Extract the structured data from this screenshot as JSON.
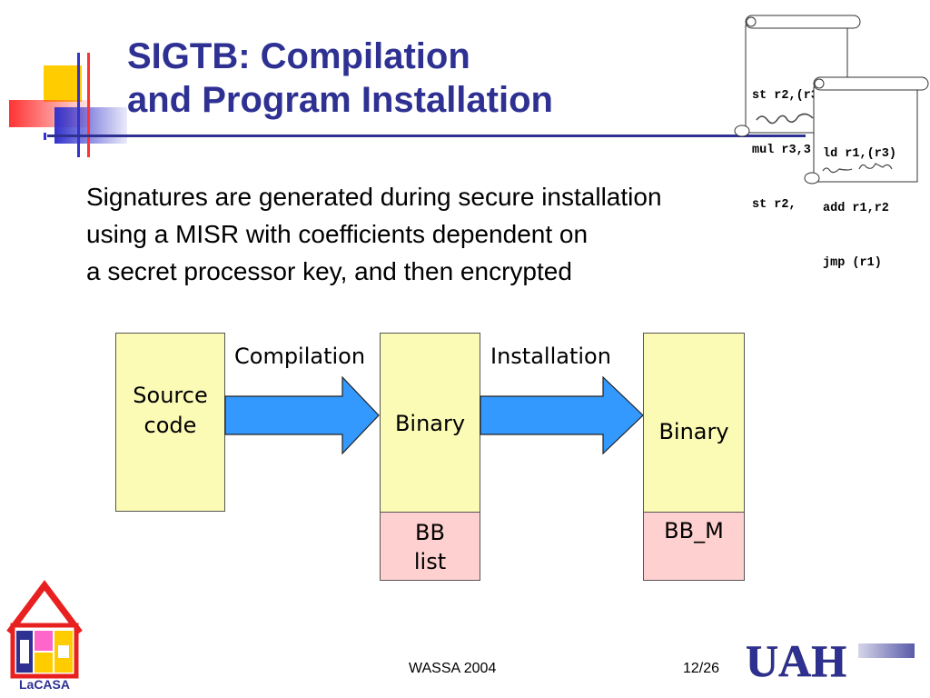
{
  "slide": {
    "title_line1": "SIGTB: Compilation",
    "title_line2": "and Program Installation",
    "body_lines": [
      "Signatures are generated during secure installation",
      "using a MISR with coefficients dependent on",
      "a secret processor key, and then encrypted"
    ]
  },
  "scrolls": {
    "back": [
      "st r2,(r3)",
      "mul r3,3",
      "st r2,"
    ],
    "front": [
      "ld r1,(r3)",
      "add r1,r2",
      "jmp (r1)"
    ]
  },
  "diagram": {
    "source_label_1": "Source",
    "source_label_2": "code",
    "compilation_label": "Compilation",
    "binary_label": "Binary",
    "bb_list_1": "BB",
    "bb_list_2": "list",
    "installation_label": "Installation",
    "binary2_label": "Binary",
    "bb_m_label": "BB_M"
  },
  "footer": {
    "conference": "WASSA 2004",
    "page": "12/26",
    "uah_logo_text": "UAH",
    "lacasa_logo_text": "LaCASA"
  },
  "colors": {
    "title": "#2E3192",
    "box_yellow": "#FBFBB6",
    "box_pink": "#FFD0D0",
    "arrow_fill": "#3399FF",
    "deco_yellow": "#FFCC00",
    "deco_red": "#FF3333",
    "deco_blue": "#3333CC"
  }
}
